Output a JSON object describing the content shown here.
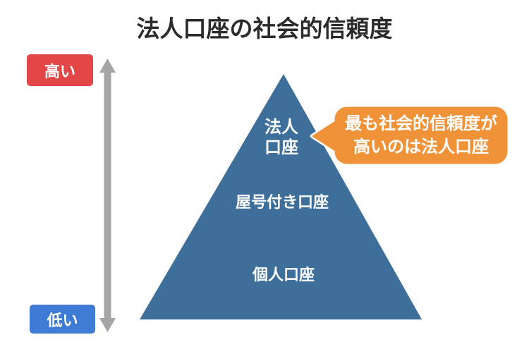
{
  "title": "法人口座の社会的信頼度",
  "axis": {
    "high_label": "高い",
    "low_label": "低い"
  },
  "pyramid": {
    "levels": [
      {
        "rank": 1,
        "label": "法人\n口座"
      },
      {
        "rank": 2,
        "label": "屋号付き口座"
      },
      {
        "rank": 3,
        "label": "個人口座"
      }
    ]
  },
  "callout": {
    "text": "最も社会的信頼度が\n高いのは法人口座"
  },
  "colors": {
    "pyramid_fill": "#3E6F9A",
    "high_box": "#E24646",
    "low_box": "#3D7BD5",
    "callout_fill": "#F09238",
    "callout_border": "#FFFFFF",
    "arrow": "#A5A5A5",
    "title_text": "#2B2B2B",
    "label_text": "#FFFFFF"
  }
}
